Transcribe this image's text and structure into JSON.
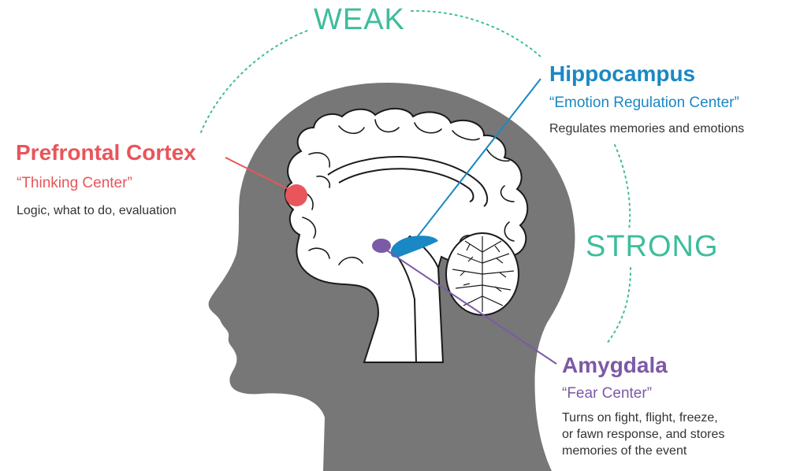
{
  "labels": {
    "weak": "WEAK",
    "strong": "STRONG"
  },
  "regions": {
    "prefrontal": {
      "title": "Prefrontal Cortex",
      "quote": "“Thinking Center”",
      "description": "Logic, what to do, evaluation"
    },
    "hippocampus": {
      "title": "Hippocampus",
      "quote": "“Emotion Regulation Center”",
      "description": "Regulates memories and emotions"
    },
    "amygdala": {
      "title": "Amygdala",
      "quote": "“Fear Center”",
      "description_lines": [
        "Turns on fight, flight, freeze,",
        "or fawn response, and stores",
        "memories of the event"
      ]
    }
  },
  "colors": {
    "teal": "#3dbd9c",
    "prefrontal": "#e8555a",
    "hippocampus": "#1a88c4",
    "amygdala": "#7b5aa6",
    "head": "#777777",
    "brain_outline": "#1a1a1a"
  }
}
